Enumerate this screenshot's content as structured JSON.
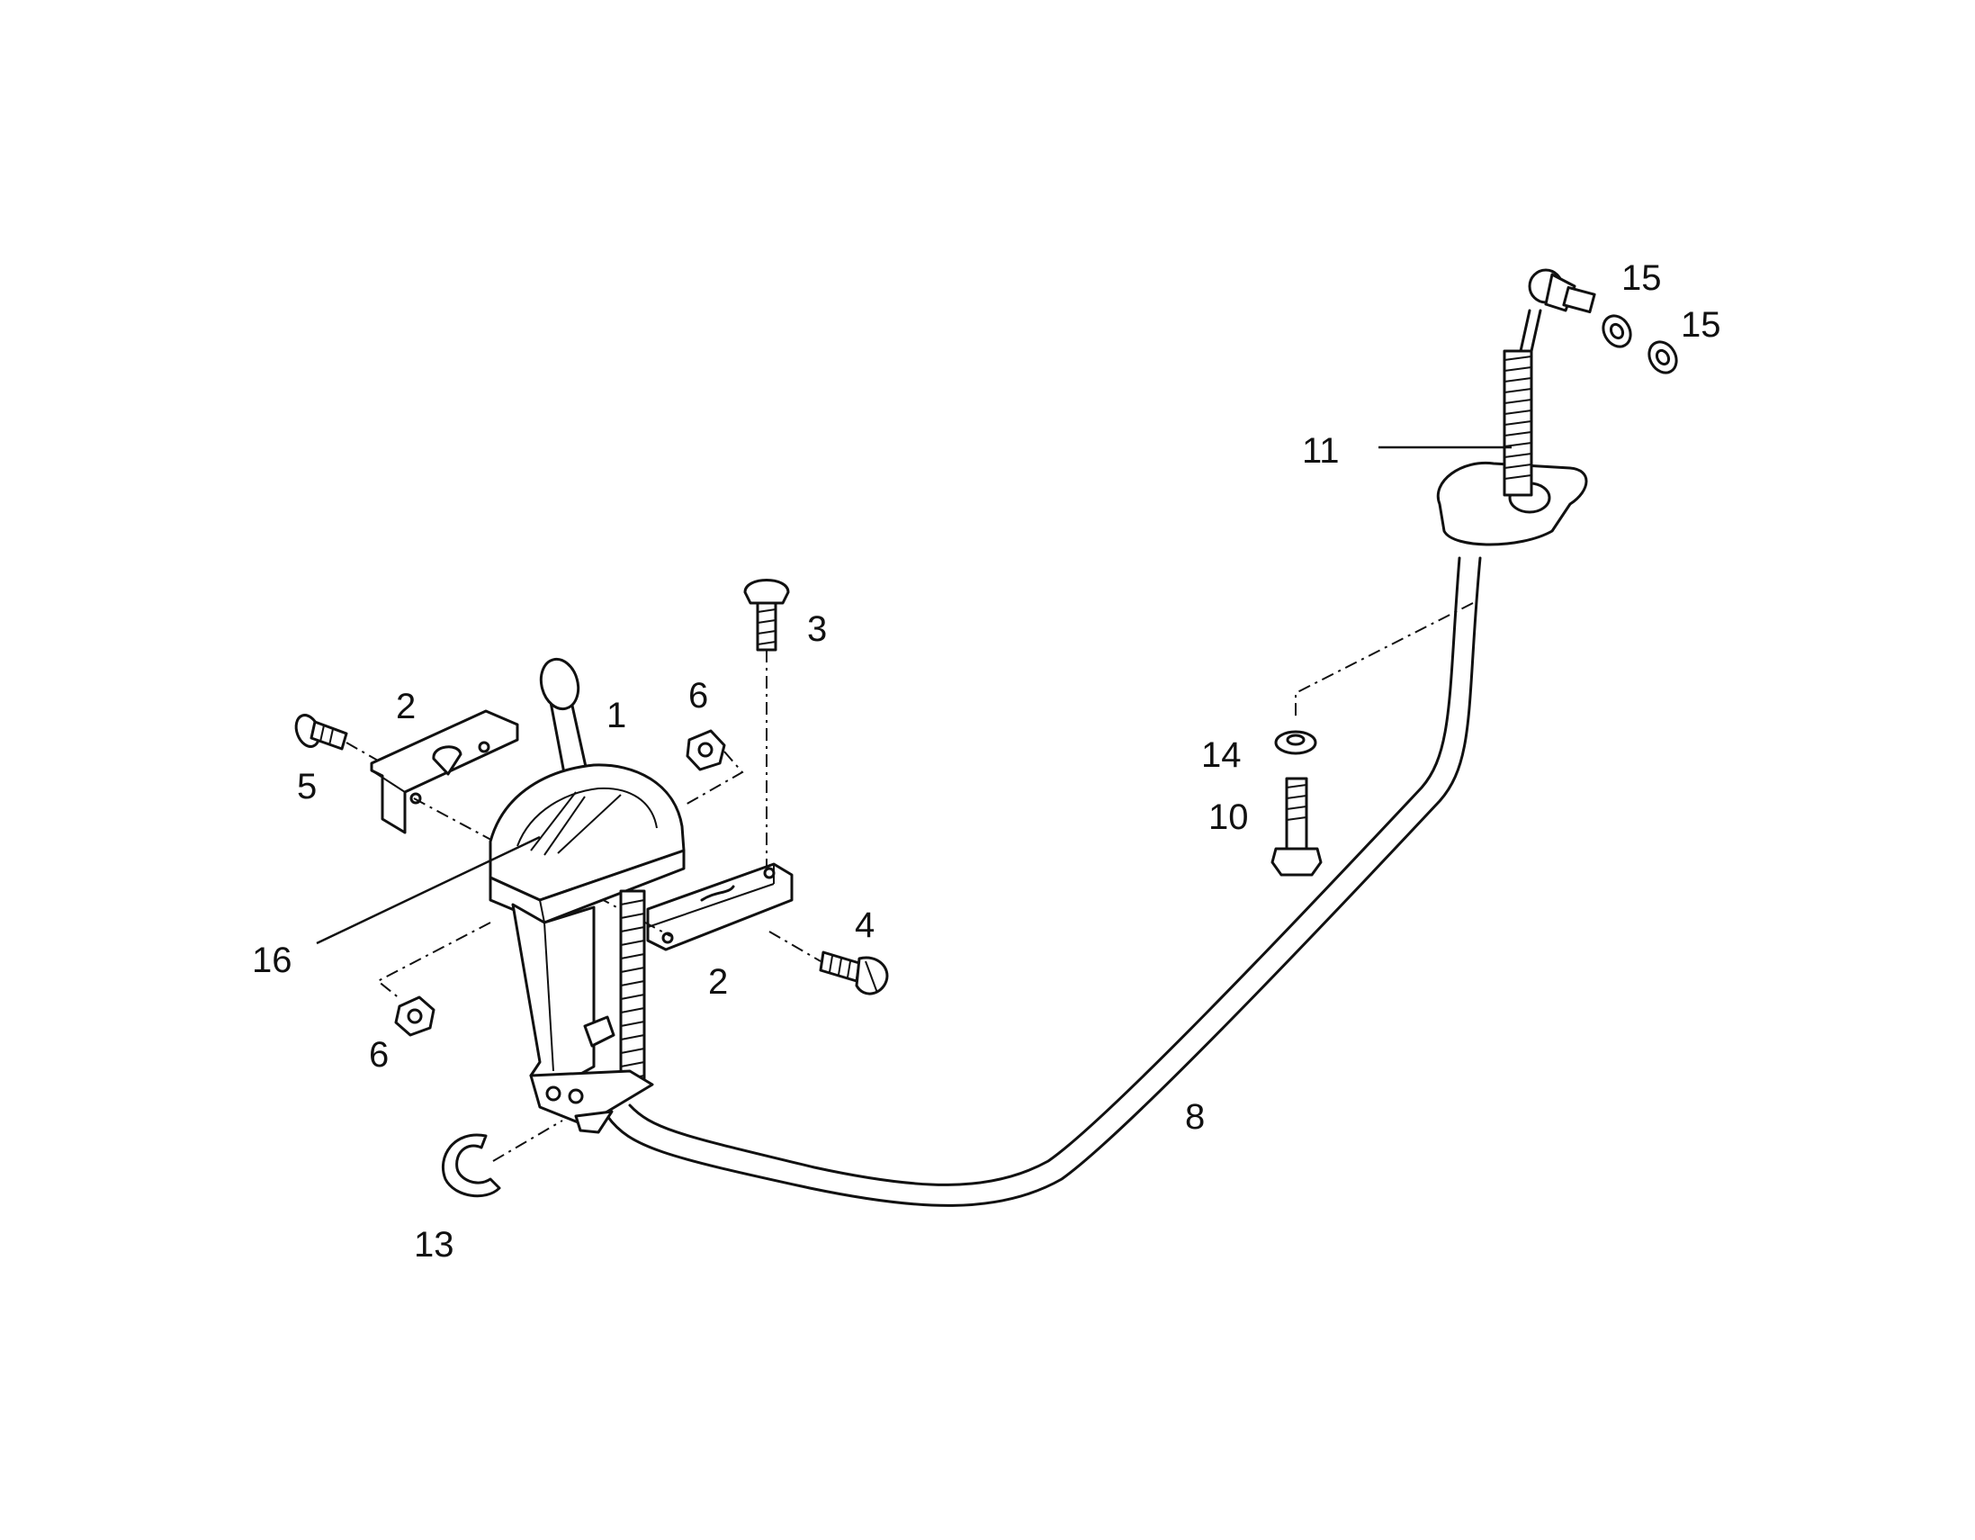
{
  "diagram": {
    "callouts": [
      {
        "id": "c1",
        "text": "1"
      },
      {
        "id": "c2a",
        "text": "2"
      },
      {
        "id": "c2b",
        "text": "2"
      },
      {
        "id": "c3",
        "text": "3"
      },
      {
        "id": "c4",
        "text": "4"
      },
      {
        "id": "c5",
        "text": "5"
      },
      {
        "id": "c6a",
        "text": "6"
      },
      {
        "id": "c6b",
        "text": "6"
      },
      {
        "id": "c8",
        "text": "8"
      },
      {
        "id": "c10",
        "text": "10"
      },
      {
        "id": "c11",
        "text": "11"
      },
      {
        "id": "c13",
        "text": "13"
      },
      {
        "id": "c14",
        "text": "14"
      },
      {
        "id": "c15a",
        "text": "15"
      },
      {
        "id": "c15b",
        "text": "15"
      },
      {
        "id": "c16",
        "text": "16"
      }
    ],
    "colors": {
      "line": "#111111",
      "background": "#ffffff"
    }
  }
}
